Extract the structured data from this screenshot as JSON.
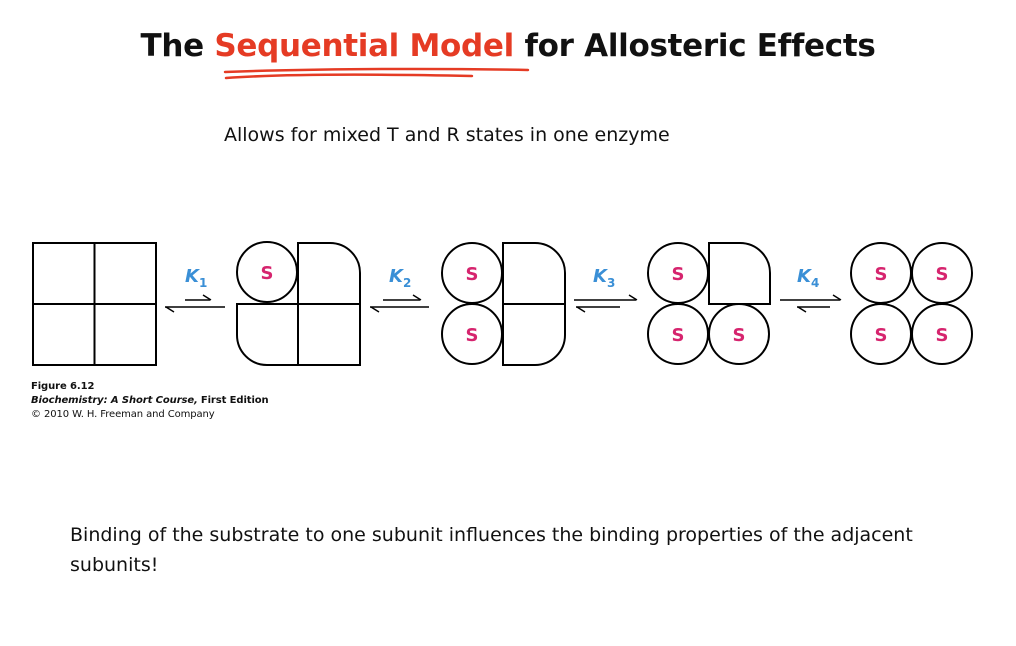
{
  "title": {
    "prefix": "The",
    "highlight": "Sequential Model",
    "suffix": "for Allosteric Effects",
    "highlight_color": "#e53b24"
  },
  "subtitle": "Allows for mixed T and R states in one enzyme",
  "diagram": {
    "substrate_label": "S",
    "substrate_color": "#d6246e",
    "constant_color": "#3a8fd6",
    "constants": [
      {
        "symbol": "K",
        "subscript": "1"
      },
      {
        "symbol": "K",
        "subscript": "2"
      },
      {
        "symbol": "K",
        "subscript": "3"
      },
      {
        "symbol": "K",
        "subscript": "4"
      }
    ]
  },
  "caption": {
    "figure": "Figure 6.12",
    "book": "Biochemistry: A Short Course,",
    "edition": "First Edition",
    "copyright": "© 2010 W. H. Freeman and Company"
  },
  "conclusion": "Binding of the substrate to one subunit influences the binding properties of the adjacent subunits!"
}
